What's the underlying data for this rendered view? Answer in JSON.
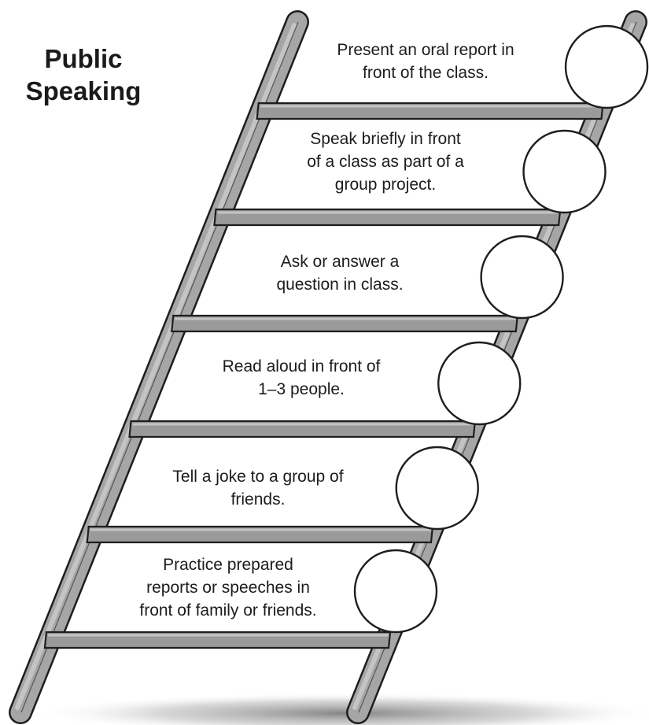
{
  "title": {
    "line1": "Public",
    "line2": "Speaking"
  },
  "colors": {
    "rail": "#a6a6a6",
    "rail_highlight": "#c4c4c4",
    "outline": "#1e1e1e",
    "rung": "#9a9a9a",
    "circle": "#ffffff",
    "shadow": "#7a7a7a"
  },
  "steps": [
    {
      "lines": [
        "Present an oral report in",
        "front of the class."
      ]
    },
    {
      "lines": [
        "Speak briefly in front",
        "of a class as part of a",
        "group project."
      ]
    },
    {
      "lines": [
        "Ask or answer a",
        "question in class."
      ]
    },
    {
      "lines": [
        "Read aloud in front of",
        "1–3 people."
      ]
    },
    {
      "lines": [
        "Tell a joke to a group of",
        "friends."
      ]
    },
    {
      "lines": [
        "Practice prepared",
        "reports or speeches in",
        "front of family or friends."
      ]
    }
  ]
}
